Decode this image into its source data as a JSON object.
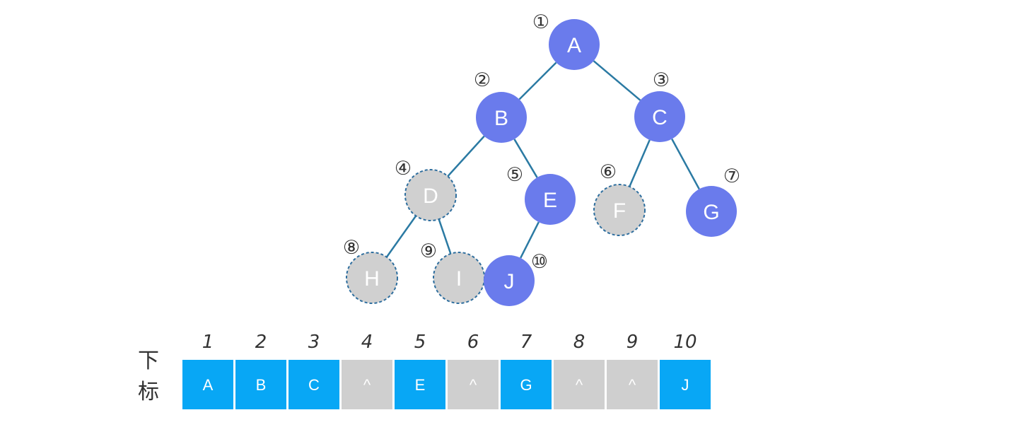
{
  "diagram": {
    "colors": {
      "real_node": "#6a7bec",
      "virtual_node": "#d0d0d0",
      "virtual_border": "#2e6e9e",
      "edge": "#2b7aa3",
      "array_filled": "#08a7f5",
      "array_empty": "#cfcfcf"
    },
    "nodes": [
      {
        "id": "A",
        "label": "A",
        "order": "①",
        "virtual": false
      },
      {
        "id": "B",
        "label": "B",
        "order": "②",
        "virtual": false
      },
      {
        "id": "C",
        "label": "C",
        "order": "③",
        "virtual": false
      },
      {
        "id": "D",
        "label": "D",
        "order": "④",
        "virtual": true
      },
      {
        "id": "E",
        "label": "E",
        "order": "⑤",
        "virtual": false
      },
      {
        "id": "F",
        "label": "F",
        "order": "⑥",
        "virtual": true
      },
      {
        "id": "G",
        "label": "G",
        "order": "⑦",
        "virtual": false
      },
      {
        "id": "H",
        "label": "H",
        "order": "⑧",
        "virtual": true
      },
      {
        "id": "I",
        "label": "I",
        "order": "⑨",
        "virtual": true
      },
      {
        "id": "J",
        "label": "J",
        "order": "⑩",
        "virtual": false
      }
    ],
    "edges": [
      {
        "from": "A",
        "to": "B"
      },
      {
        "from": "A",
        "to": "C"
      },
      {
        "from": "B",
        "to": "D"
      },
      {
        "from": "B",
        "to": "E"
      },
      {
        "from": "C",
        "to": "F"
      },
      {
        "from": "C",
        "to": "G"
      },
      {
        "from": "D",
        "to": "H"
      },
      {
        "from": "D",
        "to": "I"
      },
      {
        "from": "E",
        "to": "J"
      }
    ],
    "array": {
      "side_label": [
        "下",
        "标"
      ],
      "indices": [
        "1",
        "2",
        "3",
        "4",
        "5",
        "6",
        "7",
        "8",
        "9",
        "10"
      ],
      "cells": [
        {
          "label": "A",
          "filled": true
        },
        {
          "label": "B",
          "filled": true
        },
        {
          "label": "C",
          "filled": true
        },
        {
          "label": "^",
          "filled": false
        },
        {
          "label": "E",
          "filled": true
        },
        {
          "label": "^",
          "filled": false
        },
        {
          "label": "G",
          "filled": true
        },
        {
          "label": "^",
          "filled": false
        },
        {
          "label": "^",
          "filled": false
        },
        {
          "label": "J",
          "filled": true
        }
      ]
    }
  }
}
